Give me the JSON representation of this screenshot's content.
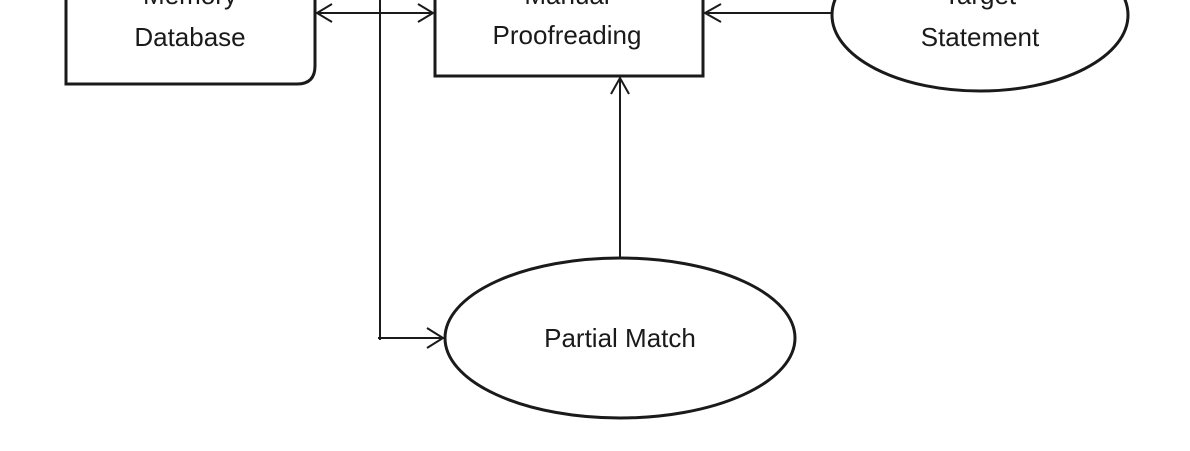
{
  "nodes": {
    "memory_database": {
      "line1": "Memory",
      "line2": "Database"
    },
    "manual_proofreading": {
      "line1": "Manual",
      "line2": "Proofreading"
    },
    "target_statement": {
      "line1": "Target",
      "line2": "Statement"
    },
    "partial_match": {
      "label": "Partial Match"
    }
  },
  "colors": {
    "stroke": "#1a1a1a",
    "background": "#ffffff",
    "text": "#1a1a1a"
  }
}
